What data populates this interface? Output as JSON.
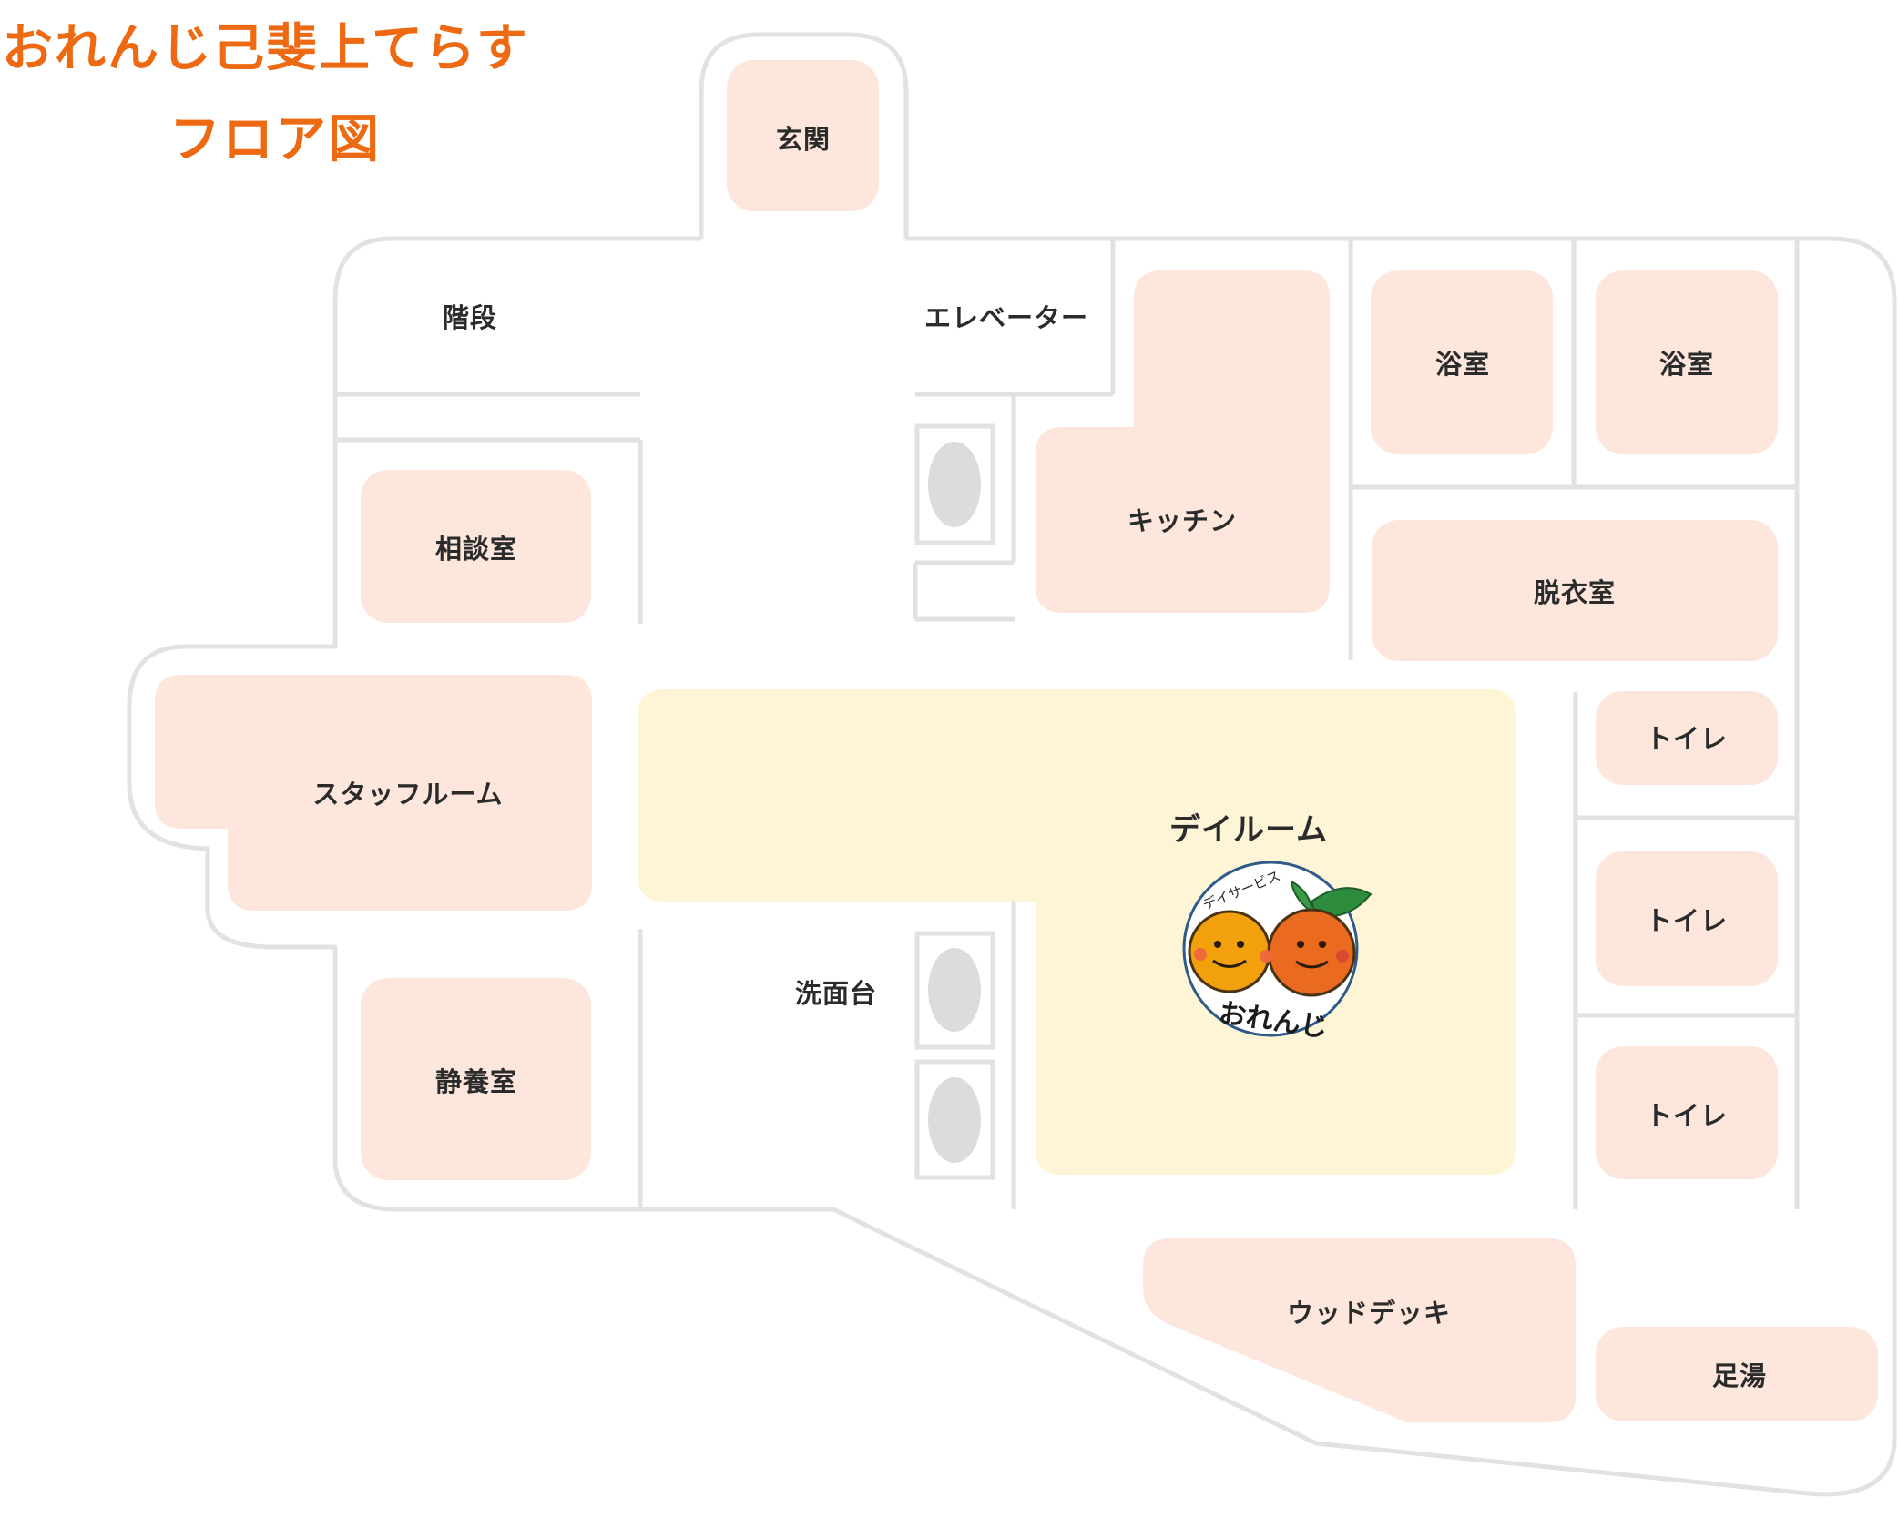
{
  "title": {
    "line1": "おれんじ己斐上てらす",
    "line2": "フロア図"
  },
  "rooms": {
    "genkan": "玄関",
    "kaidan": "階段",
    "elevator": "エレベーター",
    "kitchen": "キッチン",
    "yokushitsu1": "浴室",
    "yokushitsu2": "浴室",
    "soudanshitsu": "相談室",
    "datsuishitsu": "脱衣室",
    "staff_room": "スタッフルーム",
    "day_room": "デイルーム",
    "toilet1": "トイレ",
    "toilet2": "トイレ",
    "toilet3": "トイレ",
    "senmendai": "洗面台",
    "seiyoushitsu": "静養室",
    "wood_deck": "ウッドデッキ",
    "ashiyu": "足湯"
  },
  "logo": {
    "top_text": "デイサービス",
    "bottom_text": "おれんじ"
  },
  "colors": {
    "title": "#ee6a12",
    "room_fill": "#fde6dc",
    "dayroom_fill": "#fef5d7",
    "wall": "#e2e2e2",
    "fixture": "#dcdcdc",
    "text": "#2b2b2b"
  }
}
